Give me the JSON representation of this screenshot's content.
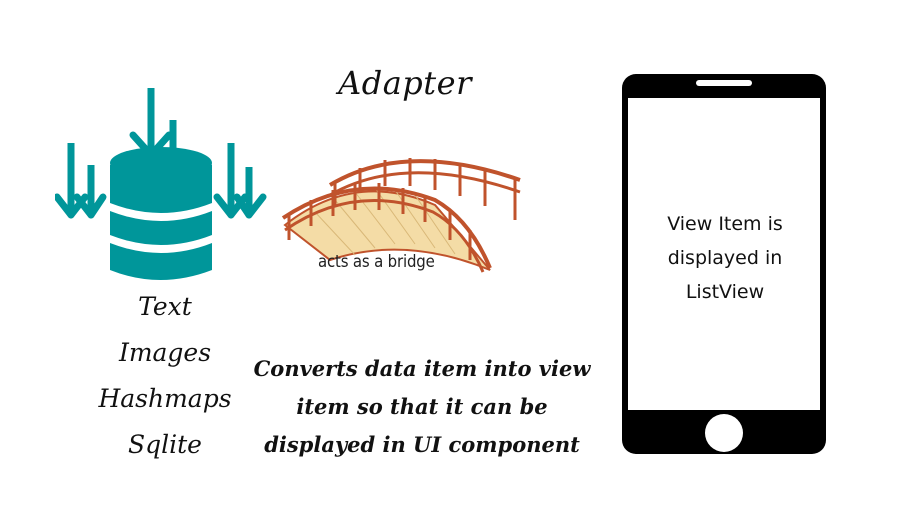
{
  "title": "Adapter",
  "bridge_caption": "acts as a bridge",
  "data_sources": [
    "Text",
    "Images",
    "Hashmaps",
    "Sqlite"
  ],
  "description": "Converts data item into view item so that it can be displayed in UI component",
  "screen_text": "View Item is displayed in ListView",
  "colors": {
    "database": "#00969a",
    "bridge": "#c0532c",
    "bridge_deck": "#f4dca6",
    "phone": "#000000"
  },
  "icons": {
    "database": "database-icon",
    "arrows": "arrow-down-icon",
    "bridge": "bridge-icon",
    "phone": "smartphone-icon"
  }
}
